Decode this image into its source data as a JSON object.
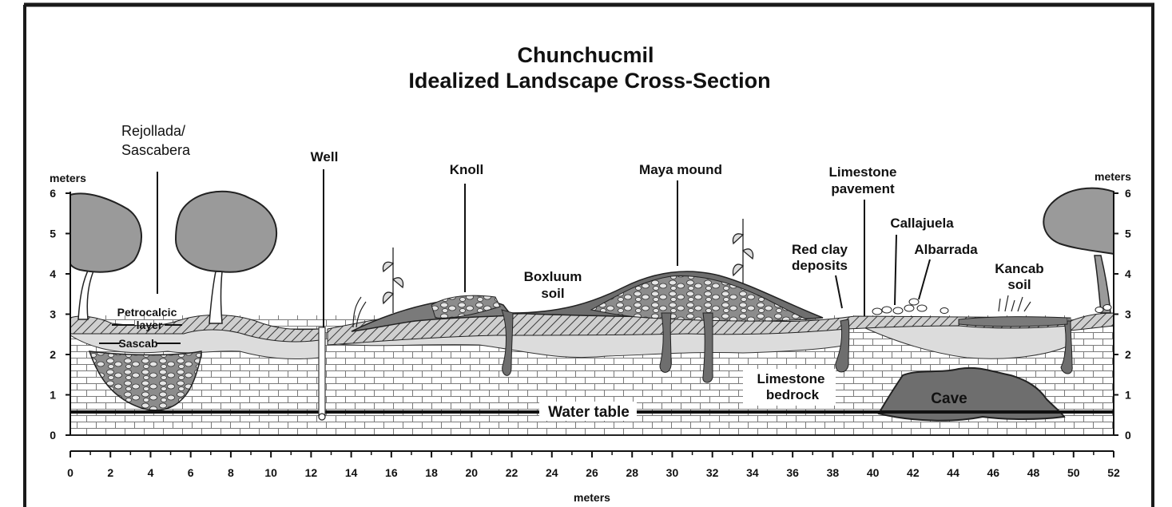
{
  "title_line1": "Chunchucmil",
  "title_line2": "Idealized Landscape Cross-Section",
  "labels": {
    "rejollada_1": "Rejollada/",
    "rejollada_2": "Sascabera",
    "well": "Well",
    "knoll": "Knoll",
    "maya_mound": "Maya mound",
    "limestone_pavement_1": "Limestone",
    "limestone_pavement_2": "pavement",
    "callajuela": "Callajuela",
    "albarrada": "Albarrada",
    "red_clay_1": "Red clay",
    "red_clay_2": "deposits",
    "boxluum_1": "Boxluum",
    "boxluum_2": "soil",
    "kancab_1": "Kancab",
    "kancab_2": "soil",
    "petrocalcic_1": "Petrocalcic",
    "petrocalcic_2": "layer",
    "sascab": "Sascab",
    "limestone_bedrock_1": "Limestone",
    "limestone_bedrock_2": "bedrock",
    "cave": "Cave",
    "water_table": "Water table"
  },
  "axes": {
    "y_unit": "meters",
    "x_unit": "meters",
    "y_ticks": [
      "0",
      "1",
      "2",
      "3",
      "4",
      "5",
      "6"
    ],
    "x_ticks": [
      "0",
      "2",
      "4",
      "6",
      "8",
      "10",
      "12",
      "14",
      "16",
      "18",
      "20",
      "22",
      "24",
      "26",
      "28",
      "30",
      "32",
      "34",
      "36",
      "38",
      "40",
      "42",
      "44",
      "46",
      "48",
      "50",
      "52"
    ]
  },
  "colors": {
    "frame": "#1a1a1a",
    "bedrock_line": "#7a7a7a",
    "soil_dark": "#707070",
    "soil_light": "#dcdcdc",
    "hatch": "#b8b8b8",
    "tree": "#9a9a9a",
    "cave": "#6e6e6e"
  }
}
